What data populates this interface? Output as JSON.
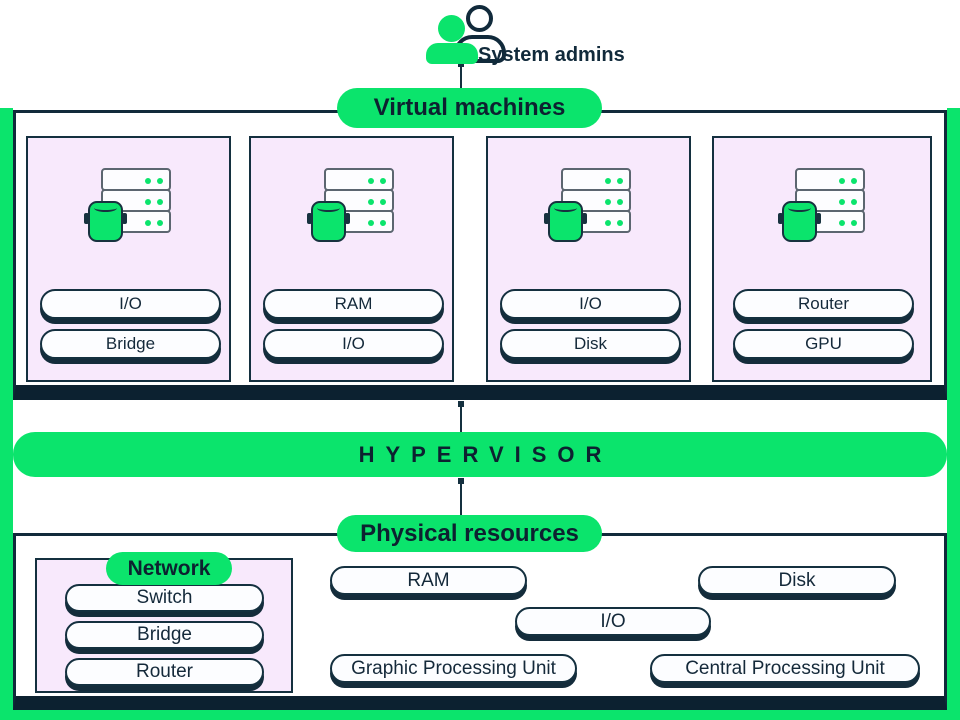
{
  "colors": {
    "accent_green": "#0BE46C",
    "navy": "#112A3B",
    "lavender": "#F8E9FC",
    "server_gray": "#5C6670"
  },
  "admins": {
    "label": "System admins",
    "icon": "user-group-icon"
  },
  "vm_section": {
    "title": "Virtual machines",
    "vms": [
      {
        "icon": "server-icon",
        "slots": [
          "I/O",
          "Bridge"
        ]
      },
      {
        "icon": "server-icon",
        "slots": [
          "RAM",
          "I/O"
        ]
      },
      {
        "icon": "server-icon",
        "slots": [
          "I/O",
          "Disk"
        ]
      },
      {
        "icon": "server-icon",
        "slots": [
          "Router",
          "GPU"
        ]
      }
    ]
  },
  "hypervisor": {
    "label": "HYPERVISOR"
  },
  "physical_section": {
    "title": "Physical resources",
    "network": {
      "title": "Network",
      "items": [
        "Switch",
        "Bridge",
        "Router"
      ]
    },
    "resources": [
      "RAM",
      "Disk",
      "I/O",
      "Graphic Processing Unit",
      "Central Processing Unit"
    ]
  }
}
